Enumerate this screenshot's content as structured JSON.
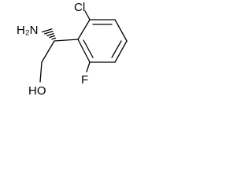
{
  "molecule": {
    "atoms": {
      "amine": "H₂N",
      "chlorine": "Cl",
      "fluorine": "F",
      "hydroxyl": "HO"
    },
    "stereo_bond": "wedge-hash",
    "colors": {
      "bond": "#000000",
      "label": "#000000",
      "background": "#ffffff"
    }
  }
}
